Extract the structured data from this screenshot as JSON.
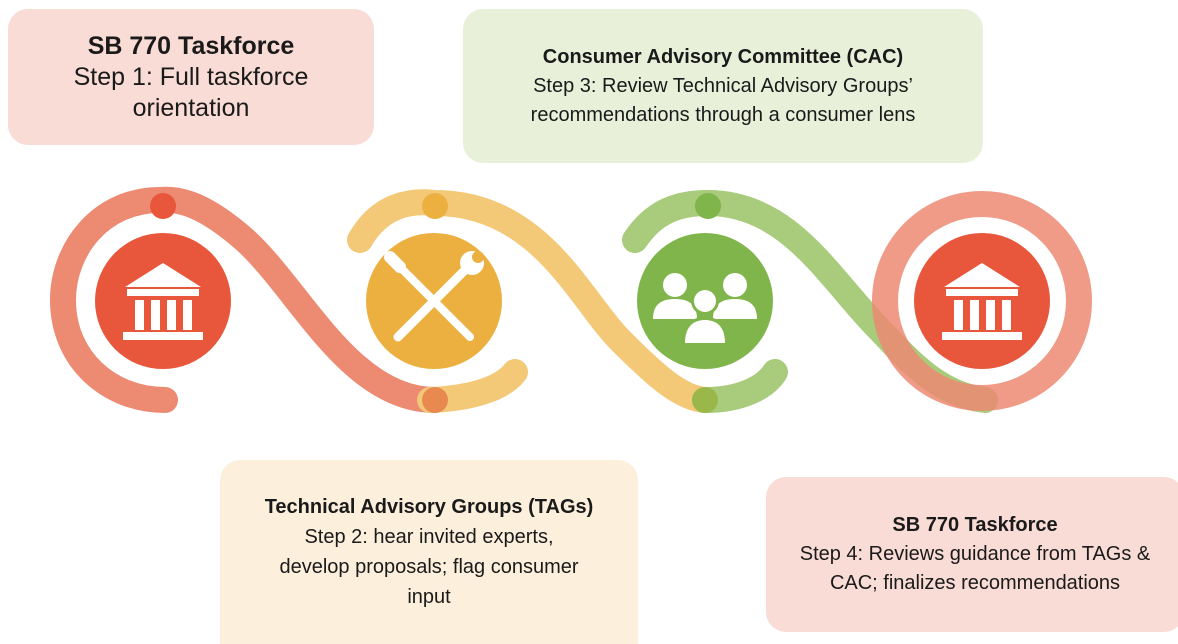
{
  "steps": [
    {
      "title": "SB 770 Taskforce",
      "body": "Step 1: Full taskforce orientation",
      "icon": "government-building-icon",
      "color": "#e8573b"
    },
    {
      "title": "Technical Advisory Groups (TAGs)",
      "body": "Step 2:  hear invited experts, develop proposals; flag consumer input",
      "icon": "wrench-screwdriver-icon",
      "color": "#ebb040"
    },
    {
      "title": "Consumer Advisory Committee (CAC)",
      "body": "Step 3: Review Technical Advisory Groups’ recommendations through a consumer lens",
      "icon": "people-group-icon",
      "color": "#7fb54a"
    },
    {
      "title": "SB 770 Taskforce",
      "body": "Step 4: Reviews guidance from TAGs & CAC; finalizes recommendations",
      "icon": "government-building-icon",
      "color": "#e8573b"
    }
  ],
  "colors": {
    "red_band": "#ec8a72",
    "yellow_band": "#f3c877",
    "green_band": "#a8cb7c",
    "red_box": "#f8dcd5",
    "yellow_box": "#fcf0dd",
    "green_box": "#e8f0da"
  }
}
